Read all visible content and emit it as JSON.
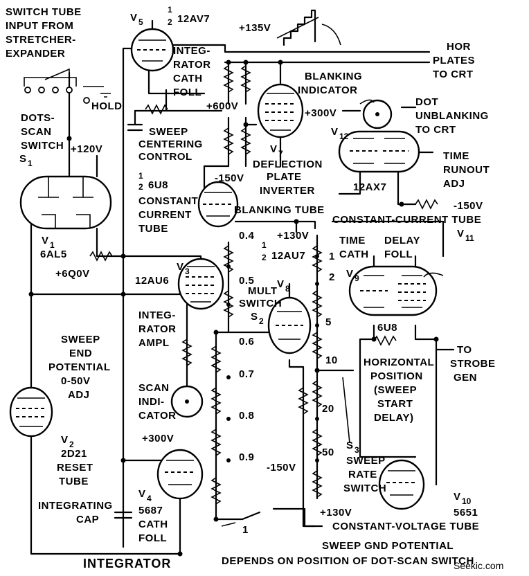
{
  "labels": {
    "switch_tube_input_1": "SWITCH TUBE",
    "switch_tube_input_2": "INPUT FROM",
    "switch_tube_input_3": "STRETCHER-",
    "switch_tube_input_4": "EXPANDER",
    "hold": "HOLD",
    "dots_1": "DOTS-",
    "dots_2": "SCAN",
    "dots_3": "SWITCH",
    "s1": "S",
    "s1_sub": "1",
    "plus120": "+120V",
    "v1": "V",
    "v1_sub": "1",
    "v1_type": "6AL5",
    "plus600_left": "+6Q0V",
    "v5": "V",
    "v5_sub": "5",
    "v5_type_frac": "1",
    "v5_type_den": "2",
    "v5_type": "12AV7",
    "integ_cath_1": "INTEG-",
    "integ_cath_2": "RATOR",
    "integ_cath_3": "CATH",
    "integ_cath_4": "FOLL",
    "sweep_center_1": "SWEEP",
    "sweep_center_2": "CENTERING",
    "sweep_center_3": "CONTROL",
    "half": "1",
    "half_den": "2",
    "const_current_type": "6U8",
    "const_current_1": "CONSTANT",
    "const_current_2": "CURRENT",
    "const_current_3": "TUBE",
    "plus135": "+135V",
    "hor_plates_1": "HOR",
    "hor_plates_2": "PLATES",
    "hor_plates_3": "TO CRT",
    "blanking_ind_1": "BLANKING",
    "blanking_ind_2": "INDICATOR",
    "plus600_mid": "+600V",
    "plus300_top": "+300V",
    "dot_unblank_1": "DOT",
    "dot_unblank_2": "UNBLANKING",
    "dot_unblank_3": "TO CRT",
    "v12": "V",
    "v12_sub": "12",
    "v7": "V",
    "v7_sub": "7",
    "defl_1": "DEFLECTION",
    "defl_2": "PLATE",
    "defl_3": "INVERTER",
    "minus150_a": "-150V",
    "time_runout_1": "TIME",
    "time_runout_2": "RUNOUT",
    "time_runout_3": "ADJ",
    "v12_type": "12AX7",
    "minus150_b": "-150V",
    "blanking_tube": "BLANKING TUBE",
    "const_current_tube": "CONSTANT-CURRENT TUBE",
    "v11": "V",
    "v11_sub": "11",
    "plus130_top": "+130V",
    "time_delay_1": "TIME",
    "time_delay_2": "DELAY",
    "time_delay_3": "CATH",
    "time_delay_4": "FOLL",
    "v8_frac": "1",
    "v8_den": "2",
    "v8_type": "12AU7",
    "v8": "V",
    "v8_sub": "8",
    "v9": "V",
    "v9_sub": "9",
    "v3": "V",
    "v3_sub": "3",
    "v3_type": "12AU6",
    "mult_switch_1": "MULT",
    "mult_switch_2": "SWITCH",
    "s2": "S",
    "s2_sub": "2",
    "integ_ampl_1": "INTEG-",
    "integ_ampl_2": "RATOR",
    "integ_ampl_3": "AMPL",
    "pos_04": "0.4",
    "pos_05": "0.5",
    "pos_06": "0.6",
    "pos_07": "0.7",
    "pos_08": "0.8",
    "pos_09": "0.9",
    "rate_1": "1",
    "rate_2": "2",
    "rate_5": "5",
    "rate_10": "10",
    "rate_20": "20",
    "rate_50": "50",
    "sweep_end_1": "SWEEP",
    "sweep_end_2": "END",
    "sweep_end_3": "POTENTIAL",
    "sweep_end_4": "0-50V",
    "sweep_end_5": "ADJ",
    "scan_ind_1": "SCAN",
    "scan_ind_2": "INDI-",
    "scan_ind_3": "CATOR",
    "plus300_mid": "+300V",
    "v2": "V",
    "v2_sub": "2",
    "v2_type": "2D21",
    "reset_tube_1": "RESET",
    "reset_tube_2": "TUBE",
    "v4": "V",
    "v4_sub": "4",
    "v4_type": "5687",
    "cath_foll_1": "CATH",
    "cath_foll_2": "FOLL",
    "integ_cap_1": "INTEGRATING",
    "integ_cap_2": "CAP",
    "u8_right": "6U8",
    "horiz_pos_1": "HORIZONTAL",
    "horiz_pos_2": "POSITION",
    "horiz_pos_3": "(SWEEP",
    "horiz_pos_4": "START",
    "horiz_pos_5": "DELAY)",
    "to_strobe_1": "TO",
    "to_strobe_2": "STROBE",
    "to_strobe_3": "GEN",
    "minus150_c": "-150V",
    "s3": "S",
    "s3_sub": "3",
    "sweep_rate_1": "SWEEP",
    "sweep_rate_2": "RATE",
    "sweep_rate_3": "SWITCH",
    "v10": "V",
    "v10_sub": "10",
    "v10_type": "5651",
    "const_voltage_tube": "CONSTANT-VOLTAGE TUBE",
    "plus130_bot": "+130V",
    "sweep_gnd": "SWEEP GND POTENTIAL",
    "depends_on": "DEPENDS ON POSITION OF DOT-SCAN SWITCH",
    "integrator": "INTEGRATOR",
    "one_small": "1",
    "watermark": "Seekic.com"
  }
}
